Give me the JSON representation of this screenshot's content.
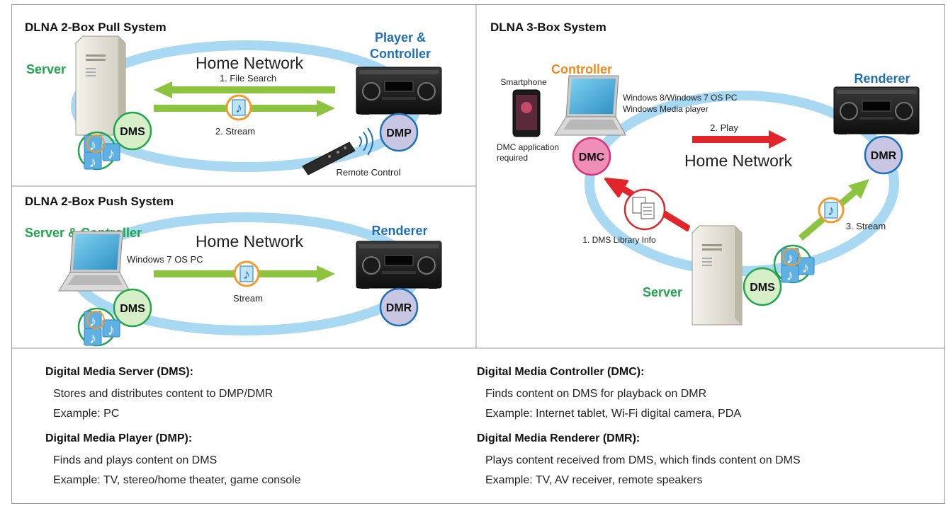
{
  "panels": {
    "pull": {
      "title": "DLNA 2-Box Pull System",
      "server_label": "Server",
      "player_label": [
        "Player &",
        "Controller"
      ],
      "network_label": "Home Network",
      "search_label": "1. File Search",
      "stream_label": "2. Stream",
      "dms_badge": "DMS",
      "dmp_badge": "DMP",
      "remote_label": "Remote Control"
    },
    "push": {
      "title": "DLNA 2-Box Push System",
      "server_label": "Server & Controller",
      "network_label": "Home Network",
      "pc_label": "Windows 7 OS PC",
      "stream_label": "Stream",
      "renderer_label": "Renderer",
      "dms_badge": "DMS",
      "dmr_badge": "DMR"
    },
    "threebox": {
      "title": "DLNA 3-Box System",
      "controller_label": "Controller",
      "smartphone_label": "Smartphone",
      "pc_label_line1": "Windows 8/Windows 7 OS PC",
      "pc_label_line2": "Windows Media player",
      "dmc_note_line1": "DMC application",
      "dmc_note_line2": "required",
      "renderer_label": "Renderer",
      "play_label": "2. Play",
      "network_label": "Home Network",
      "library_label": "1. DMS Library Info",
      "stream_label": "3. Stream",
      "server_label": "Server",
      "dmc_badge": "DMC",
      "dmr_badge": "DMR",
      "dms_badge": "DMS"
    }
  },
  "definitions": {
    "dms": {
      "title": "Digital Media Server (DMS):",
      "line1": "Stores and distributes content to DMP/DMR",
      "line2": "Example: PC"
    },
    "dmp": {
      "title": "Digital Media Player (DMP):",
      "line1": "Finds and plays content on DMS",
      "line2": "Example: TV, stereo/home theater, game console"
    },
    "dmc": {
      "title": "Digital Media Controller (DMC):",
      "line1": "Finds content on DMS for playback on DMR",
      "line2": "Example: Internet tablet, Wi-Fi digital camera, PDA"
    },
    "dmr": {
      "title": "Digital Media Renderer (DMR):",
      "line1": "Plays content received from DMS, which finds content on DMS",
      "line2": "Example: TV, AV receiver, remote speakers"
    }
  },
  "colors": {
    "green_label": "#1fa64a",
    "blue_label": "#1f6fb7",
    "orange_label": "#f08a1c",
    "ring": "#a9d8f2",
    "green_arrow": "#8cc43f",
    "red_arrow": "#e1262b",
    "dms_circle": "#d6efc8",
    "dmp_circle": "#c9c6e3",
    "dmc_circle": "#ef8fb8"
  }
}
